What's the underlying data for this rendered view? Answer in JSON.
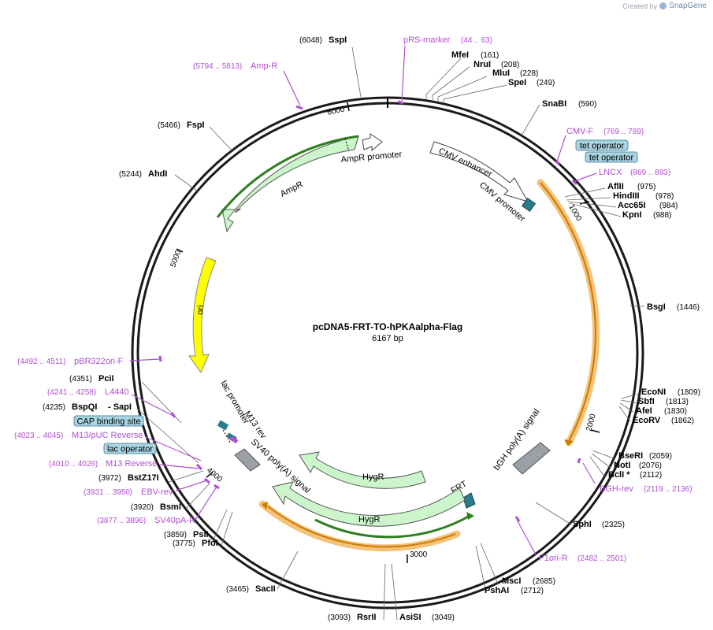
{
  "credit": {
    "prefix": "Created by",
    "brand": "SnapGene"
  },
  "plasmid": {
    "name": "pcDNA5-FRT-TO-hPKAalpha-Flag",
    "length_label": "6167 bp"
  },
  "ticks": [
    "1000",
    "2000",
    "3000",
    "4000",
    "5000",
    "6000"
  ],
  "sites": [
    {
      "name": "SspI",
      "num": "(6048)"
    },
    {
      "name": "MfeI",
      "num": "(161)"
    },
    {
      "name": "NruI",
      "num": "(208)"
    },
    {
      "name": "MluI",
      "num": "(228)"
    },
    {
      "name": "SpeI",
      "num": "(249)"
    },
    {
      "name": "SnaBI",
      "num": "(590)"
    },
    {
      "name": "AflII",
      "num": "(975)"
    },
    {
      "name": "HindIII",
      "num": "(978)"
    },
    {
      "name": "Acc65I",
      "num": "(984)"
    },
    {
      "name": "KpnI",
      "num": "(988)"
    },
    {
      "name": "BsgI",
      "num": "(1446)"
    },
    {
      "name": "EcoNI",
      "num": "(1809)"
    },
    {
      "name": "SbfI",
      "num": "(1813)"
    },
    {
      "name": "AfeI",
      "num": "(1830)"
    },
    {
      "name": "EcoRV",
      "num": "(1862)"
    },
    {
      "name": "BseRI",
      "num": "(2059)"
    },
    {
      "name": "NotI",
      "num": "(2076)"
    },
    {
      "name": "BclI *",
      "num": "(2112)"
    },
    {
      "name": "SphI",
      "num": "(2325)"
    },
    {
      "name": "MscI",
      "num": "(2685)"
    },
    {
      "name": "PshAI",
      "num": "(2712)"
    },
    {
      "name": "AsiSI",
      "num": "(3049)"
    },
    {
      "name": "RsrII",
      "num": "(3093)"
    },
    {
      "name": "SacII",
      "num": "(3465)"
    },
    {
      "name": "PfoI",
      "num": "(3775)"
    },
    {
      "name": "PsiI",
      "num": "(3859)"
    },
    {
      "name": "BsmI",
      "num": "(3920)"
    },
    {
      "name": "BstZ17I",
      "num": "(3972)"
    },
    {
      "name": "BspQI",
      "num": "(4235)"
    },
    {
      "name": "- SapI",
      "num": ""
    },
    {
      "name": "PciI",
      "num": "(4351)"
    },
    {
      "name": "AhdI",
      "num": "(5244)"
    },
    {
      "name": "FspI",
      "num": "(5466)"
    }
  ],
  "primers": [
    {
      "name": "pRS-marker",
      "range": "(44 .. 63)"
    },
    {
      "name": "Amp-R",
      "range": "(5794 .. 5813)"
    },
    {
      "name": "CMV-F",
      "range": "(769 .. 789)"
    },
    {
      "name": "LNCX",
      "range": "(869 .. 893)"
    },
    {
      "name": "BGH-rev",
      "range": "(2119 .. 2136)"
    },
    {
      "name": "F1ori-R",
      "range": "(2482 .. 2501)"
    },
    {
      "name": "pBR322ori-F",
      "range": "(4492 .. 4511)"
    },
    {
      "name": "L4440",
      "range": "(4241 .. 4258)"
    },
    {
      "name": "M13/pUC Reverse",
      "range": "(4023 .. 4045)"
    },
    {
      "name": "M13 Reverse",
      "range": "(4010 .. 4026)"
    },
    {
      "name": "EBV-rev",
      "range": "(3931 .. 3950)"
    },
    {
      "name": "SV40pA-R",
      "range": "(3877 .. 3896)"
    }
  ],
  "operator_boxes": [
    "tet operator",
    "tet operator",
    "CAP binding site",
    "lac operator"
  ],
  "features": [
    "AmpR promoter",
    "AmpR",
    "ori",
    "CMV enhancer",
    "CMV promoter",
    "bGH poly(A) signal",
    "FRT",
    "HygR",
    "HygR",
    "SV40 poly(A) signal",
    "lac promoter",
    "M13 rev"
  ],
  "colors": {
    "backbone": "#1a1a1a",
    "primer": "#b04fd0",
    "ampr_fill": "#ccf5cc",
    "ori_fill": "#ffff00",
    "cds_highlight": "#f5c27a",
    "cds_line": "#cc7a00",
    "green_line": "#2e7d1e",
    "operator_fill": "#a9d4e2",
    "sign_fill": "#9aa0a6",
    "teal_fill": "#2a7a8c"
  }
}
